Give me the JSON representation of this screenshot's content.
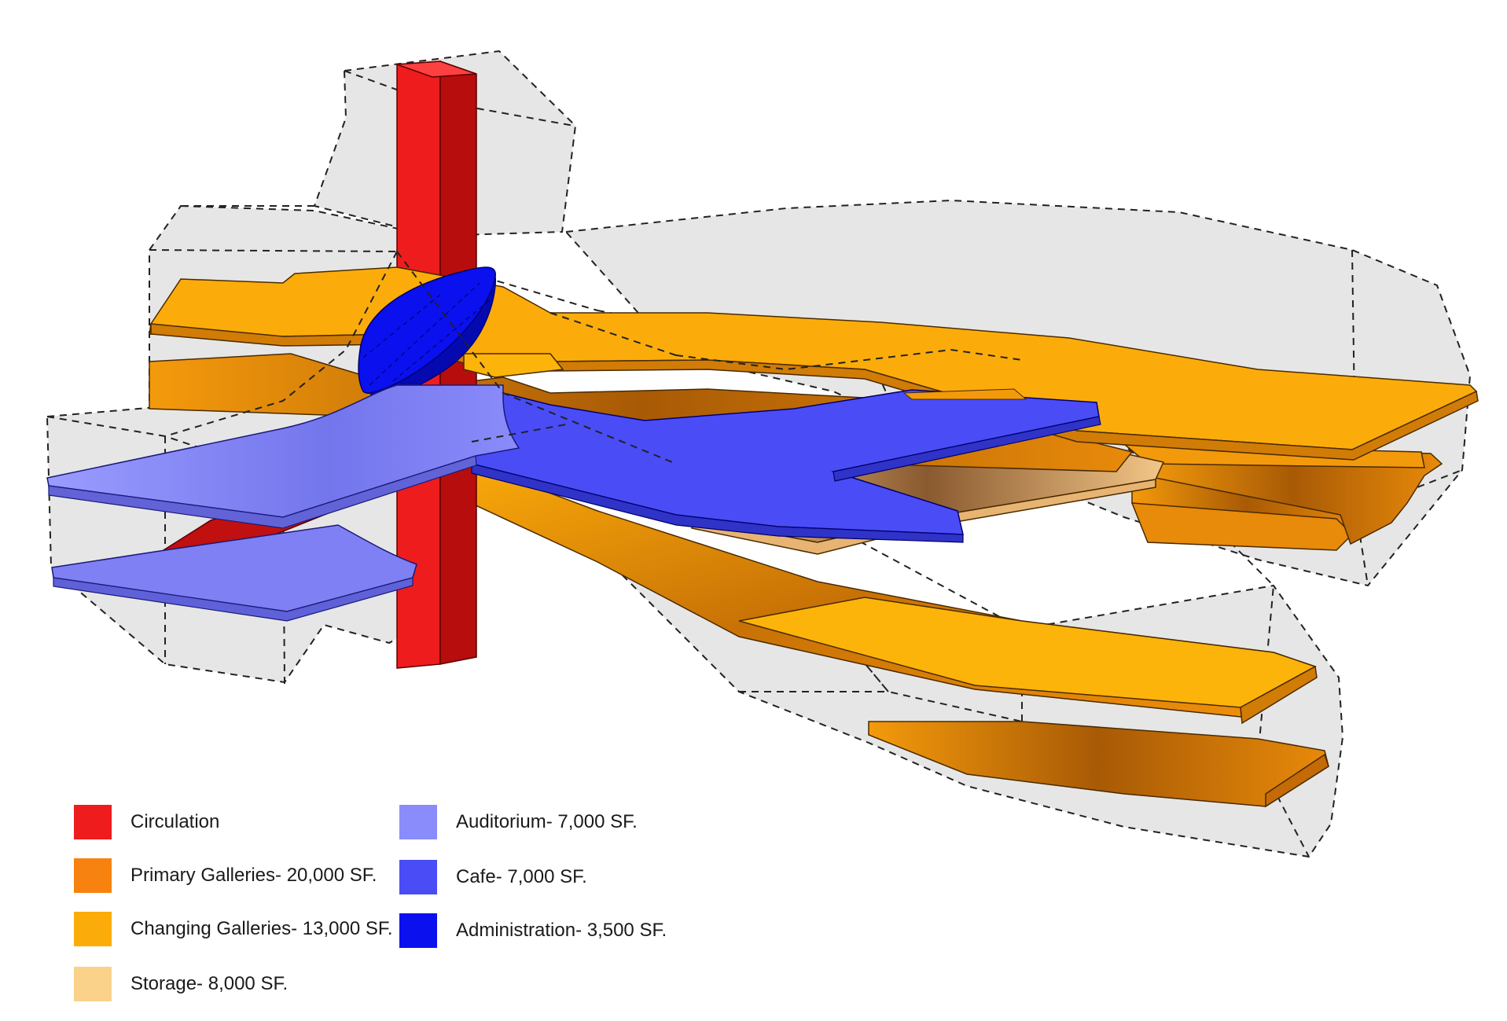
{
  "legend": [
    {
      "label": "Circulation",
      "color": "#ee1c1c"
    },
    {
      "label": "Primary Galleries- 20,000 SF.",
      "color": "#f7820f"
    },
    {
      "label": "Changing Galleries- 13,000 SF.",
      "color": "#fcac0a"
    },
    {
      "label": "Storage- 8,000 SF.",
      "color": "#fbd28a"
    },
    {
      "label": "Auditorium- 7,000 SF.",
      "color": "#8a8cfb"
    },
    {
      "label": "Cafe- 7,000 SF.",
      "color": "#4a4cf6"
    },
    {
      "label": "Administration- 3,500 SF.",
      "color": "#0b10ef"
    }
  ],
  "colors": {
    "envelope_fill": "#e6e6e6",
    "envelope_stroke": "#222222",
    "circulation_shade": "#b70d0d",
    "gallery_shade": "#c46a06",
    "auditorium_shade": "#6163d6",
    "cafe_shade": "#3033c8",
    "admin_shade": "#0509b0"
  }
}
